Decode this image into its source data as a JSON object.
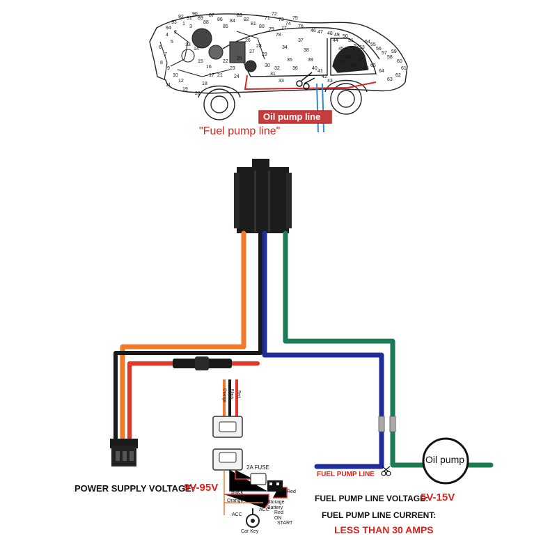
{
  "labels": {
    "oil_pump_line": "Oil pump line",
    "fuel_pump_line_quoted": "\"Fuel pump line\"",
    "fuel_pump_line": "FUEL PUMP LINE",
    "oil_pump": "Oil pump",
    "power_supply_voltage_label": "POWER SUPPLY VOLTAGE:",
    "power_supply_voltage_value": "9V-95V",
    "fuel_pump_line_voltage_label": "FUEL PUMP LINE VOLTAGE:",
    "fuel_pump_line_voltage_value": "5V-15V",
    "fuel_pump_line_current_label": "FUEL PUMP LINE CURRENT:",
    "fuel_pump_line_current_value": "LESS THAN 30 AMPS",
    "fuse": "2A FUSE",
    "red_wire_1": "Red",
    "black_wire": "Black",
    "orange_wire": "Orange",
    "red_wire_2": "Red",
    "storage_battery": "Storage Battery",
    "acc_1": "ACC",
    "acc_2": "ACC",
    "red_on": "Red ON",
    "start": "START",
    "car_key": "Car Key",
    "connector_red": "Red",
    "connector_black": "Black",
    "connector_orange": "Orange"
  },
  "car_part_numbers": [
    "1",
    "2",
    "3",
    "4",
    "5",
    "6",
    "7",
    "8",
    "9",
    "10",
    "11",
    "12",
    "13",
    "14",
    "15",
    "16",
    "17",
    "18",
    "19",
    "20",
    "21",
    "22",
    "23",
    "24",
    "25",
    "26",
    "27",
    "28",
    "29",
    "30",
    "31",
    "32",
    "33",
    "34",
    "35",
    "36",
    "37",
    "38",
    "39",
    "40",
    "41",
    "42",
    "43",
    "44",
    "45",
    "46",
    "47",
    "48",
    "49",
    "50",
    "51",
    "52",
    "53",
    "54",
    "55",
    "56",
    "57",
    "58",
    "59",
    "60",
    "61",
    "62",
    "63",
    "64",
    "65",
    "66",
    "67",
    "68",
    "69",
    "70",
    "71",
    "72",
    "73",
    "74",
    "75",
    "76",
    "77",
    "78",
    "79",
    "80",
    "81",
    "82",
    "83",
    "84",
    "85",
    "86",
    "87",
    "88",
    "89",
    "90",
    "91",
    "92",
    "93",
    "94"
  ],
  "colors": {
    "orange_wire": "#f07a2a",
    "black_wire": "#1a1a1a",
    "red_wire": "#e8322a",
    "blue_wire": "#1f2d9a",
    "green_wire": "#1d7a55",
    "label_red": "#e0201a",
    "oil_box": "#c0282a"
  },
  "icons": [
    "relay-module",
    "connector-plug",
    "fuse-holder",
    "scissors-icon",
    "car-key-icon",
    "battery-icon",
    "oil-pump-circle"
  ]
}
